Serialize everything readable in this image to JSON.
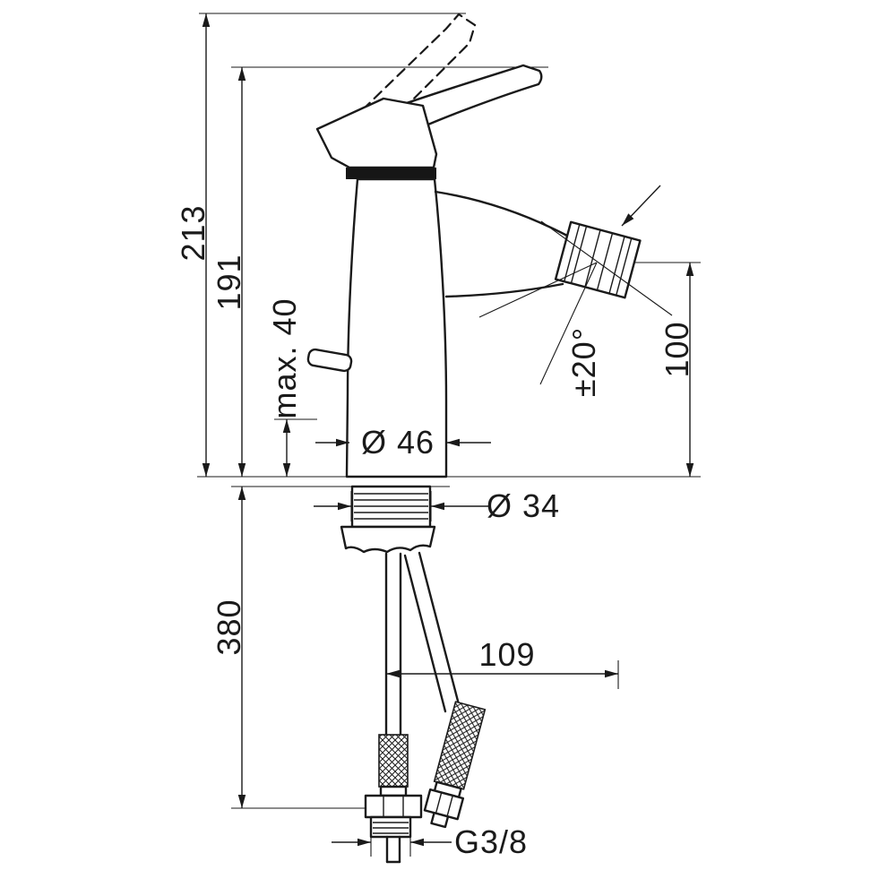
{
  "diagram": {
    "type": "technical-drawing",
    "subject": "Bidet single-lever mixer faucet dimensional drawing",
    "units": "mm",
    "labels": {
      "total_height": "213",
      "lever_height": "191",
      "max_deck_thickness": "max. 40",
      "body_diameter": "Ø 46",
      "shank_diameter": "Ø 34",
      "spray_angle": "±20°",
      "outlet_height": "100",
      "hose_length": "380",
      "hose_reach": "109",
      "connection_thread": "G3/8"
    }
  }
}
